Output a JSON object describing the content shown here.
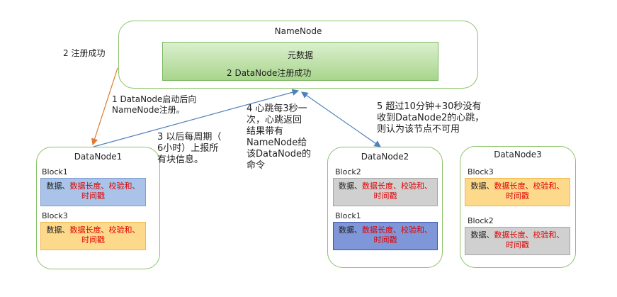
{
  "namenode": {
    "title": "NameNode",
    "meta_title": "元数据",
    "meta_note": "2 DataNode注册成功"
  },
  "datanodes": [
    {
      "title": "DataNode1",
      "blocks": [
        {
          "label": "Block1",
          "text_black": "数据、",
          "text_red1": "数据长度、校验和、",
          "text_red2": "时间戳",
          "color": "#a9c4e8"
        },
        {
          "label": "Block3",
          "text_black": "数据、",
          "text_red1": "数据长度、校验和、",
          "text_red2": "时间戳",
          "color": "#fdd98c"
        }
      ]
    },
    {
      "title": "DataNode2",
      "blocks": [
        {
          "label": "Block2",
          "text_black": "数据、",
          "text_red1": "数据长度、校验和、",
          "text_red2": "时间戳",
          "color": "#d0d0d0"
        },
        {
          "label": "Block1",
          "text_black": "数据、",
          "text_red1": "数据长度、校验和、",
          "text_red2": "时间戳",
          "color": "#7f96d8"
        }
      ]
    },
    {
      "title": "DataNode3",
      "blocks": [
        {
          "label": "Block3",
          "text_black": "数据、",
          "text_red1": "数据长度、校验和、",
          "text_red2": "时间戳",
          "color": "#fdd98c"
        },
        {
          "label": "Block2",
          "text_black": "数据、",
          "text_red1": "数据长度、校验和、",
          "text_red2": "时间戳",
          "color": "#d0d0d0"
        }
      ]
    }
  ],
  "notes": {
    "register_success": "2 注册成功",
    "register_line1": "1 DataNode启动后向",
    "register_line2": "NameNode注册。",
    "report_line1": "3 以后每周期（",
    "report_line2": "6小时）上报所",
    "report_line3": "有块信息。",
    "heartbeat_line1": "4 心跳每3秒一",
    "heartbeat_line2": "次，心跳返回",
    "heartbeat_line3": "结果带有",
    "heartbeat_line4": "NameNode给",
    "heartbeat_line5": "该DataNode的",
    "heartbeat_line6": "命令",
    "timeout_line1": "5 超过10分钟+30秒没有",
    "timeout_line2": "收到DataNode2的心跳，",
    "timeout_line3": "则认为该节点不可用"
  },
  "colors": {
    "node_border": "#8cc26a",
    "arrow_orange": "#e07a2e",
    "arrow_blue": "#4f81bd",
    "red_text": "#e00000"
  }
}
